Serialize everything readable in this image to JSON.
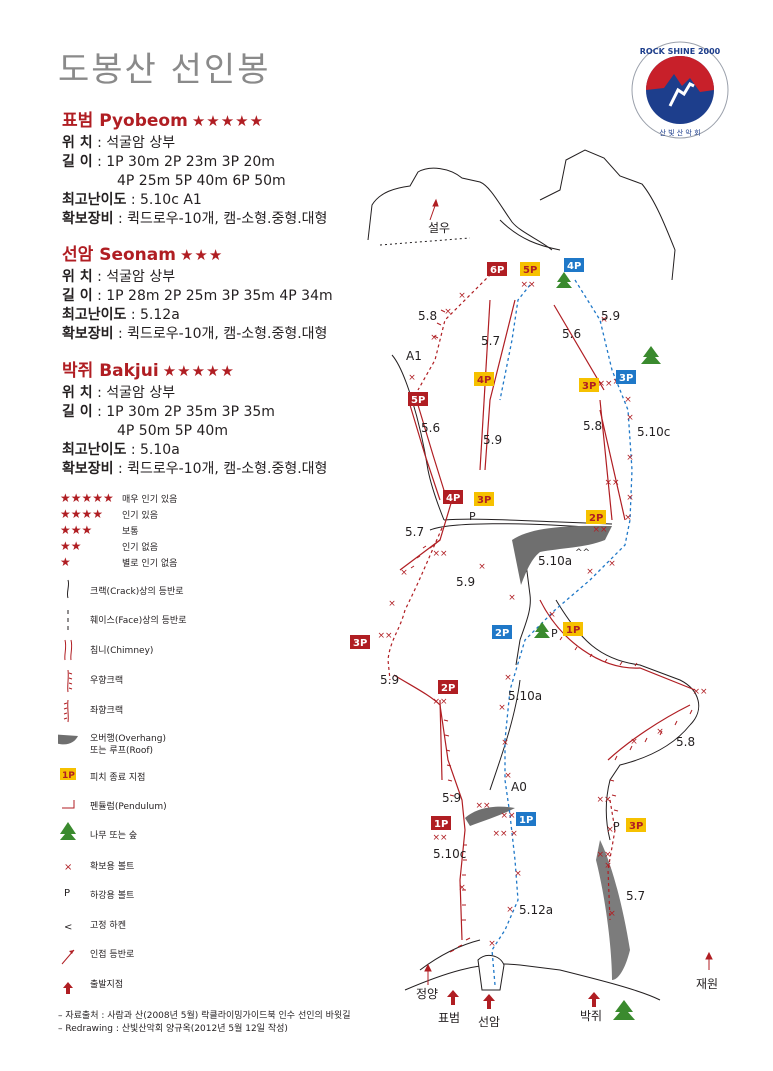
{
  "title": "도봉산 선인봉",
  "routes": [
    {
      "name": "표범 Pyobeom",
      "stars": "★★★★★",
      "location_label": "위  치",
      "location": ": 석굴암 상부",
      "length_label": "길  이",
      "length_line1": ": 1P 30m  2P 23m  3P 20m",
      "length_line2": "4P 25m  5P 40m  6P 50m",
      "grade_label": "최고난이도",
      "grade": ": 5.10c  A1",
      "gear_label": "확보장비",
      "gear": ": 퀵드로우-10개, 캠-소형.중형.대형"
    },
    {
      "name": "선암 Seonam",
      "stars": "★★★",
      "location_label": "위  치",
      "location": ": 석굴암 상부",
      "length_label": "길  이",
      "length_line1": ": 1P 28m  2P 25m  3P 35m  4P 34m",
      "length_line2": "",
      "grade_label": "최고난이도",
      "grade": ": 5.12a",
      "gear_label": "확보장비",
      "gear": ": 퀵드로우-10개, 캠-소형.중형.대형"
    },
    {
      "name": "박쥐 Bakjui",
      "stars": "★★★★★",
      "location_label": "위  치",
      "location": ": 석굴암 상부",
      "length_label": "길  이",
      "length_line1": ": 1P 30m  2P 35m  3P 35m",
      "length_line2": "4P 50m  5P 40m",
      "grade_label": "최고난이도",
      "grade": ": 5.10a",
      "gear_label": "확보장비",
      "gear": ": 퀵드로우-10개, 캠-소형.중형.대형"
    }
  ],
  "legend": [
    {
      "symbol": "★★★★★",
      "label": "매우 인기 있음"
    },
    {
      "symbol": "★★★★",
      "label": "인기 있음"
    },
    {
      "symbol": "★★★",
      "label": "보통"
    },
    {
      "symbol": "★★",
      "label": "인기 없음"
    },
    {
      "symbol": "★",
      "label": "별로 인기 없음"
    },
    {
      "symbol": "crack-icon",
      "label": "크랙(Crack)상의 등반로"
    },
    {
      "symbol": "face-icon",
      "label": "훼이스(Face)상의 등반로"
    },
    {
      "symbol": "chimney-icon",
      "label": "침니(Chimney)"
    },
    {
      "symbol": "right-crack-icon",
      "label": "우향크랙"
    },
    {
      "symbol": "left-crack-icon",
      "label": "좌향크랙"
    },
    {
      "symbol": "overhang-icon",
      "label": "오버행(Overhang)"
    },
    {
      "symbol": "",
      "label": "또는 루프(Roof)"
    },
    {
      "symbol": "1P",
      "label": "피치 종료 지점"
    },
    {
      "symbol": "pendulum-icon",
      "label": "펜듈럼(Pendulum)"
    },
    {
      "symbol": "tree-icon",
      "label": "나무 또는 숲"
    },
    {
      "symbol": "×",
      "label": "확보용 볼트"
    },
    {
      "symbol": "P",
      "label": "하강용 볼트"
    },
    {
      "symbol": "<",
      "label": "고정 하켄"
    },
    {
      "symbol": "adjacent-route-icon",
      "label": "인접 등반로"
    },
    {
      "symbol": "start-arrow-icon",
      "label": "출발지점"
    }
  ],
  "source": {
    "line1": "– 자료출처 : 사람과 산(2008년 5월) 락클라이밍가이드북 인수 선인의 바윗길",
    "line2": "– Redrawing : 산빛산악회 양규옥(2012년 5월 12일 작성)"
  },
  "logo": {
    "text_top": "ROCK SHINE 2000",
    "text_bottom": "산 빛 산 악 회"
  },
  "map": {
    "pitch_labels": {
      "p6_pyobeom": "6P",
      "p5_pyobeom": "5P",
      "p4_pyobeom": "4P",
      "p3_pyobeom": "3P",
      "p2_pyobeom": "2P",
      "p1_pyobeom": "1P",
      "p5_seonam_y": "5P",
      "p4_seonam_y": "4P",
      "p3_seonam_y": "3P",
      "p3_bakjui_y": "3P",
      "p2_bakjui_y": "2P",
      "p1_bakjui_y": "1P",
      "p4_seonam_b": "4P",
      "p3_seonam_b": "3P",
      "p2_seonam_b": "2P",
      "p1_seonam_b": "1P"
    },
    "grades": {
      "g58_top": "5.8",
      "g57_a": "5.7",
      "g56_a": "5.6",
      "g59_a": "5.9",
      "a1": "A1",
      "g56_b": "5.6",
      "g59_b": "5.9",
      "g58_b": "5.8",
      "g510c_a": "5.10c",
      "g57_b": "5.7",
      "g510a_a": "5.10a",
      "g59_c": "5.9",
      "g59_d": "5.9",
      "g510a_b": "5.10a",
      "g58_c": "5.8",
      "a0": "A0",
      "g59_e": "5.9",
      "g510c_b": "5.10c",
      "g512a": "5.12a",
      "g57_c": "5.7"
    },
    "places": {
      "seolu": "설우",
      "jeongyang": "정양",
      "pyobeom": "표범",
      "seonam": "선암",
      "bakjui": "박쥐",
      "jaewon": "재원"
    },
    "p_marks": {
      "p_top": "P",
      "p_mid": "P",
      "p_right": "P"
    }
  }
}
